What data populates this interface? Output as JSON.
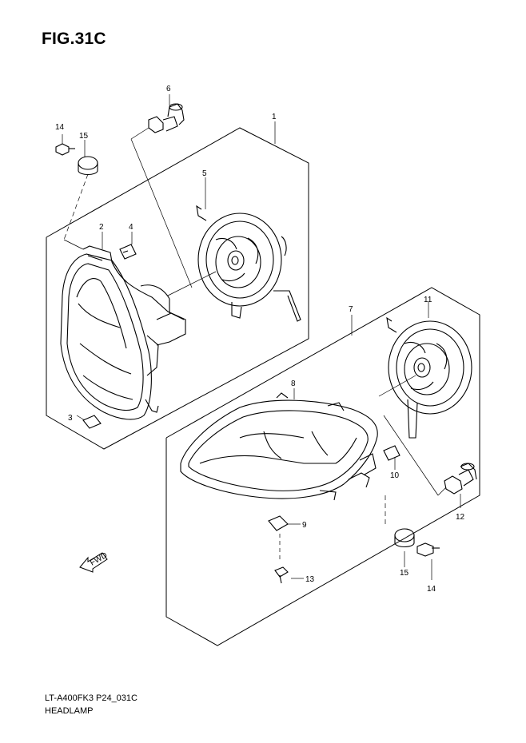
{
  "figure": {
    "title": "FIG.31C",
    "code": "LT-A400FK3 P24_031C",
    "name": "HEADLAMP",
    "direction_label": "FWD"
  },
  "callouts": {
    "c1": "1",
    "c2": "2",
    "c3": "3",
    "c4": "4",
    "c5": "5",
    "c6": "6",
    "c7": "7",
    "c8": "8",
    "c9": "9",
    "c10": "10",
    "c11": "11",
    "c12": "12",
    "c13": "13",
    "c14a": "14",
    "c15a": "15",
    "c14b": "14",
    "c15b": "15"
  }
}
